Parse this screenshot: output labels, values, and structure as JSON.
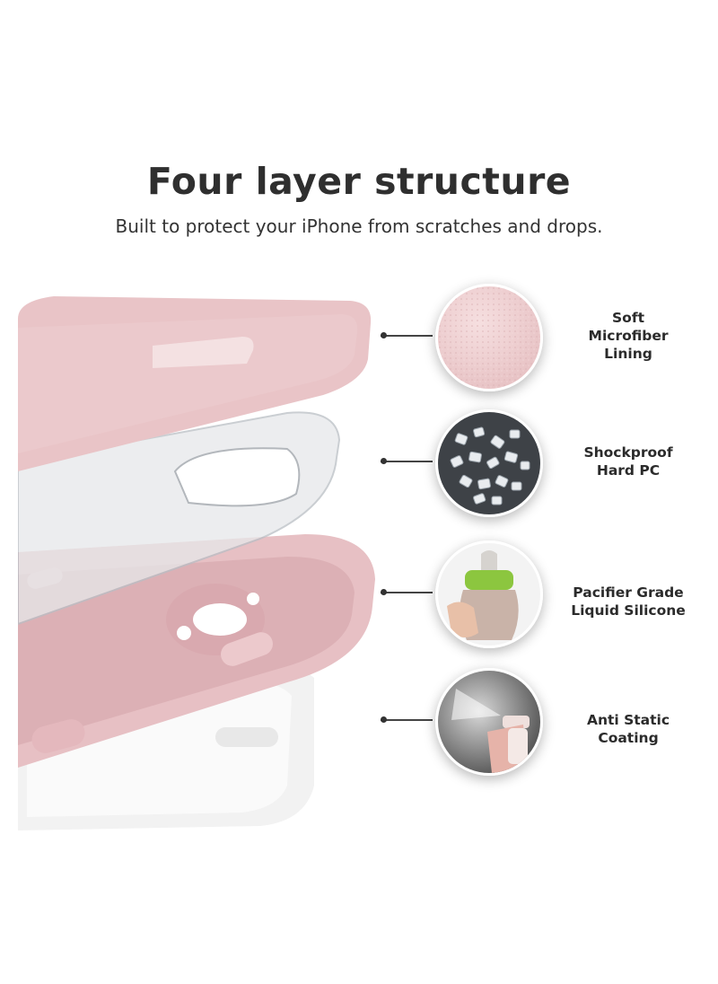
{
  "title": "Four layer structure",
  "subtitle": "Built to protect your iPhone from scratches and drops.",
  "colors": {
    "pink_case": "#e9c6c8",
    "clear_case": "#eef0f2",
    "white_case": "#f4f4f4",
    "text": "#2b2b2b"
  },
  "layers": [
    {
      "label": "Soft\nMicrofiber\nLining",
      "icon": "pink-fabric-texture-icon"
    },
    {
      "label": "Shockproof\nHard PC",
      "icon": "clear-pellets-icon"
    },
    {
      "label": "Pacifier Grade\nLiquid Silicone",
      "icon": "baby-bottle-icon"
    },
    {
      "label": "Anti Static\nCoating",
      "icon": "spray-bottle-icon"
    }
  ]
}
